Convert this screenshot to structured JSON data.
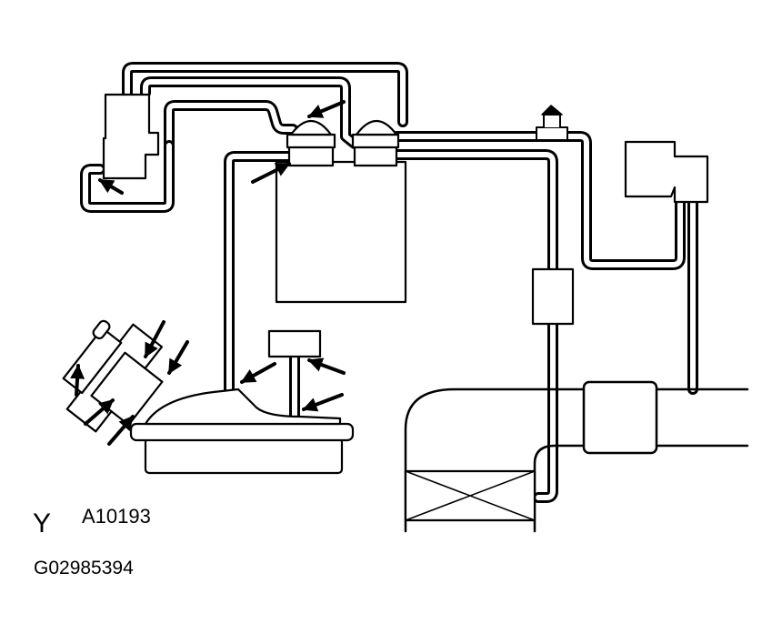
{
  "labels": {
    "view_letter": "Y",
    "figure_code": "A10193",
    "document_code": "G02985394"
  },
  "colors": {
    "line": "#000000",
    "fill": "#ffffff"
  }
}
